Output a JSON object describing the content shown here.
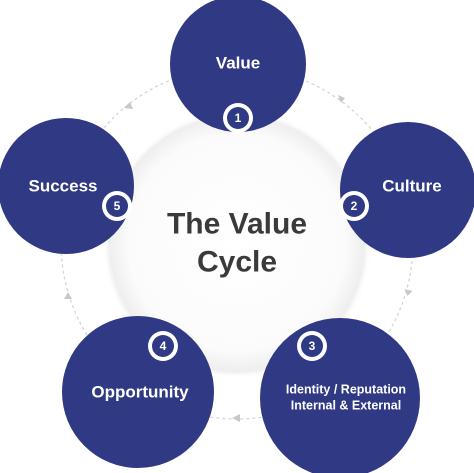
{
  "title_line1": "The Value",
  "title_line2": "Cycle",
  "colors": {
    "navy": "#2f3984",
    "ring": "#f1f1f1",
    "text_dark": "#3a3a3a",
    "arrow": "#c8c8c8"
  },
  "stages": [
    {
      "number": "1",
      "label": "Value"
    },
    {
      "number": "2",
      "label": "Culture"
    },
    {
      "number": "3",
      "label": "Identity / Reputation",
      "label2": "Internal & External"
    },
    {
      "number": "4",
      "label": "Opportunity"
    },
    {
      "number": "5",
      "label": "Success"
    }
  ]
}
